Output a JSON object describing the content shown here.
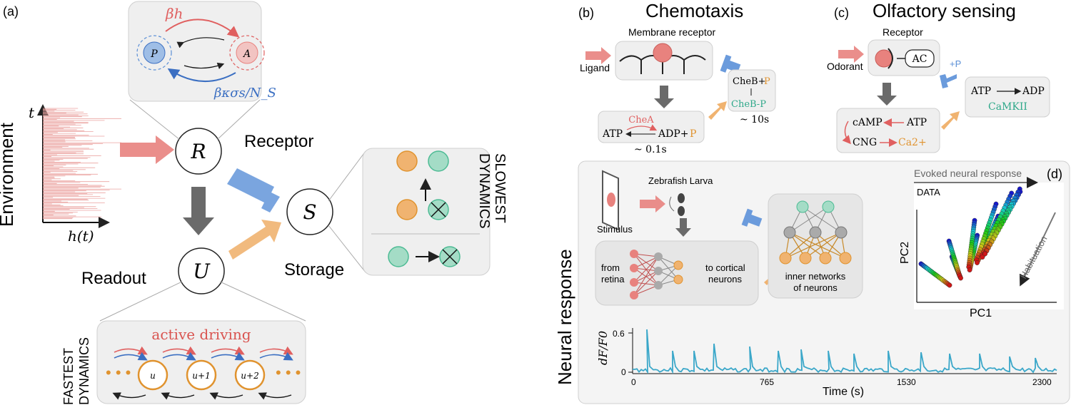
{
  "colors": {
    "red": "#e8827e",
    "blue": "#5b8fd6",
    "orange": "#e0932f",
    "green": "#6cc8a8",
    "gray": "#6f6f6f",
    "panel": "#efefef",
    "teal": "#3aa7c9"
  },
  "a": {
    "label": "(a)",
    "environment": "Environment",
    "t_axis": "t",
    "h_axis": "h(t)",
    "R": "R",
    "U": "U",
    "S": "S",
    "receptor": "Receptor",
    "readout": "Readout",
    "storage": "Storage",
    "beta_h": "βh",
    "P": "P",
    "A": "A",
    "beta_kappa": "βκσs/N_S",
    "slowest": [
      "SLOWEST",
      "DYNAMICS"
    ],
    "fastest": [
      "FASTEST",
      "DYNAMICS"
    ],
    "active_driving": "active driving",
    "u_labels": [
      "u",
      "u+1",
      "u+2"
    ],
    "dots": "• • •"
  },
  "b": {
    "label": "(b)",
    "title": "Chemotaxis",
    "membrane": "Membrane receptor",
    "ligand": "Ligand",
    "chea": "CheA",
    "atp": "ATP",
    "adp": "ADP+",
    "p": "P",
    "fast_time": "~ 0.1s",
    "cheb_top": "CheB+",
    "cheb_bottom": "CheB-P",
    "slow_time": "~ 10s"
  },
  "c": {
    "label": "(c)",
    "title": "Olfactory sensing",
    "receptor": "Receptor",
    "odorant": "Odorant",
    "ac": "AC",
    "plus_p": "+P",
    "camp": "cAMP",
    "atp": "ATP",
    "cng": "CNG",
    "ca": "Ca2+",
    "atp2": "ATP",
    "adp2": "ADP",
    "camkii": "CaMKII"
  },
  "d": {
    "label": "(d)",
    "neural_response": "Neural response",
    "zebrafish": "Zebrafish Larva",
    "stimulus": "Stimulus",
    "from_retina": [
      "from",
      "retina"
    ],
    "to_cortical": [
      "to cortical",
      "neurons"
    ],
    "inner_networks": [
      "inner networks",
      "of neurons"
    ],
    "evoked": "Evoked neural response",
    "data_label": "DATA",
    "pc1": "PC1",
    "pc2": "PC2",
    "habituation": "Habituation",
    "trace_ylabel": "dF/F0",
    "trace_xlabel": "Time (s)",
    "y_ticks": [
      "0.6",
      "0"
    ],
    "x_ticks": [
      "0",
      "765",
      "1530",
      "2300"
    ]
  }
}
